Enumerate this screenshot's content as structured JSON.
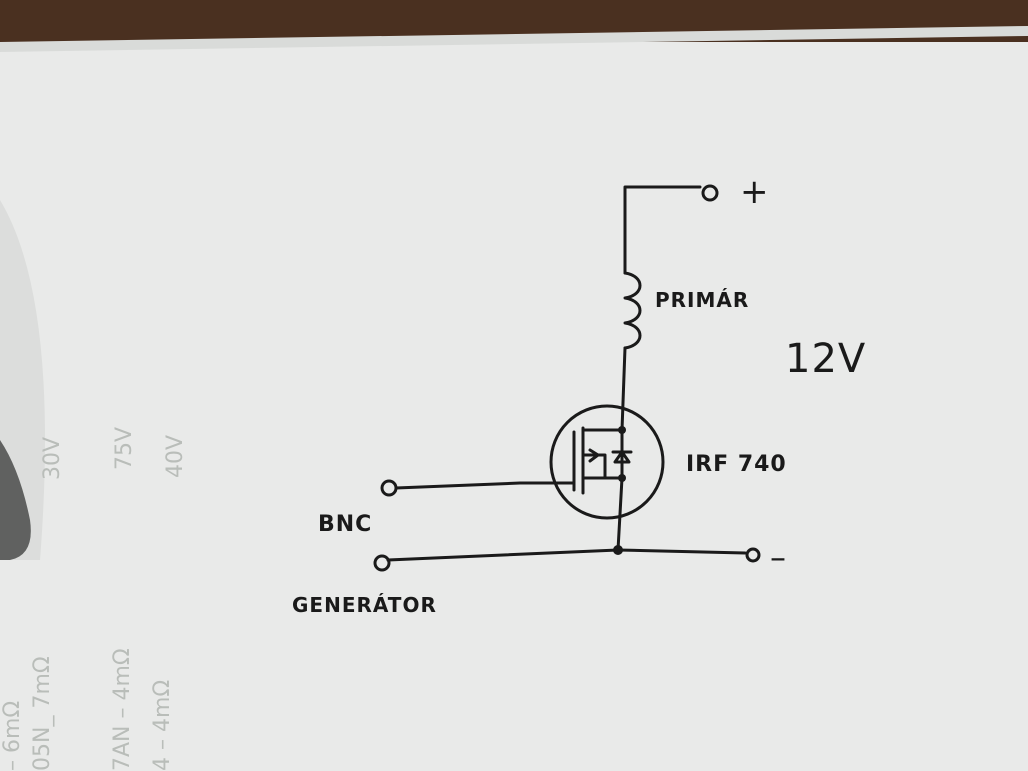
{
  "labels": {
    "plus": "+",
    "primar": "PRIMÁR",
    "voltage": "12V",
    "mosfet": "IRF 740",
    "bnc": "BNC",
    "generator": "GENERÁTOR",
    "minus": "–"
  },
  "bleed_through": {
    "col1": [
      "30V"
    ],
    "col2": [
      "75V"
    ],
    "col3": [
      "40V"
    ],
    "row1": "– 6mΩ",
    "row2": "05N_ 7mΩ",
    "row3": "7AN – 4mΩ",
    "row4": "4 – 4mΩ"
  },
  "colors": {
    "paper": "#e9eae9",
    "ink": "#1a1a1a",
    "wood": "#4a3020"
  }
}
